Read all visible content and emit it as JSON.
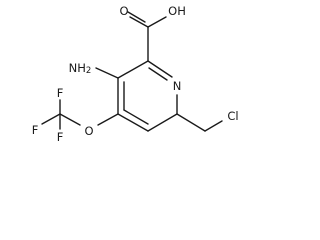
{
  "molecule": {
    "atoms": {
      "carboxyl_oxygen_top": "O",
      "hydroxyl": "OH",
      "ring_nitrogen": "N",
      "amino": "NH2",
      "amino_subscript": "2",
      "amino_base": "NH",
      "ether_oxygen": "O",
      "fluorine_left": "F",
      "fluorine_top": "F",
      "fluorine_bottom": "F",
      "chlorine": "Cl"
    }
  }
}
